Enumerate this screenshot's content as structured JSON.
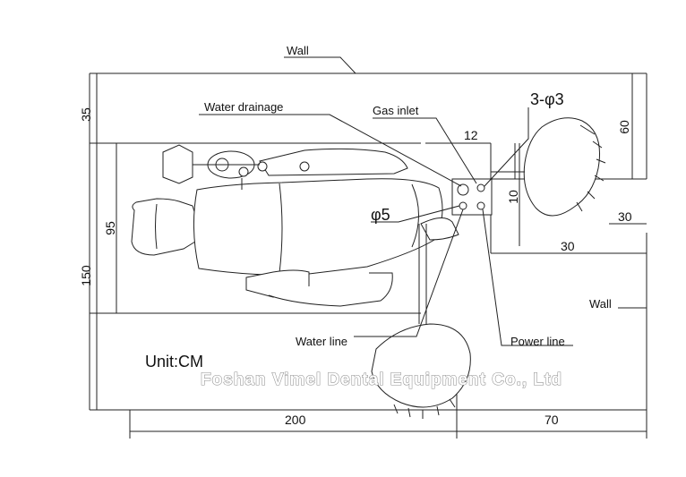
{
  "labels": {
    "wall_top": "Wall",
    "wall_right": "Wall",
    "water_drainage": "Water drainage",
    "gas_inlet": "Gas inlet",
    "holes_3": "3-φ3",
    "hole_5": "φ5",
    "water_line": "Water line",
    "power_line": "Power line",
    "unit": "Unit:CM"
  },
  "dimensions": {
    "d35": "35",
    "d95": "95",
    "d150": "150",
    "d12": "12",
    "d10": "10",
    "d60": "60",
    "d30_upper": "30",
    "d30_lower": "30",
    "d200": "200",
    "d70": "70"
  },
  "watermark": "Foshan Vimel Dental Equipment Co., Ltd"
}
